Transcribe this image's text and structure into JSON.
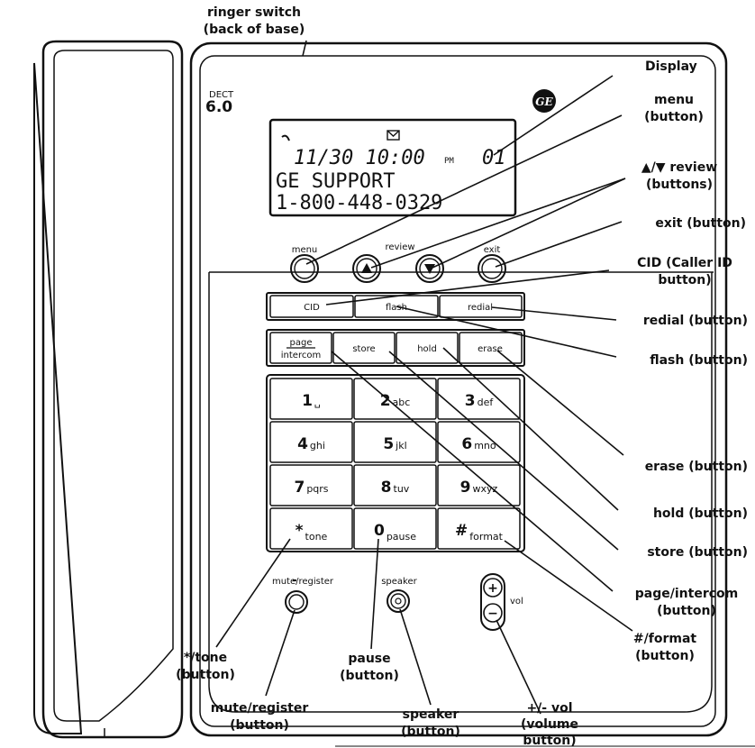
{
  "device": {
    "dect_small": "DECT",
    "dect_big": "6.0",
    "logo_text": "GE"
  },
  "display": {
    "line1": "11/30 10:00",
    "line1_pm": "PM",
    "line1_count": "01",
    "line2": "GE SUPPORT",
    "line3": "1-800-448-0329"
  },
  "buttons": {
    "menu": "menu",
    "review": "review",
    "exit": "exit",
    "cid": "CID",
    "flash": "flash",
    "redial": "redial",
    "page_top": "page",
    "intercom": "intercom",
    "store": "store",
    "hold": "hold",
    "erase": "erase",
    "mute_register": "mute/register",
    "speaker": "speaker",
    "vol": "vol",
    "vol_plus": "+",
    "vol_minus": "−"
  },
  "keypad": [
    {
      "num": "1",
      "sub": "␣"
    },
    {
      "num": "2",
      "sub": "abc"
    },
    {
      "num": "3",
      "sub": "def"
    },
    {
      "num": "4",
      "sub": "ghi"
    },
    {
      "num": "5",
      "sub": "jkl"
    },
    {
      "num": "6",
      "sub": "mno"
    },
    {
      "num": "7",
      "sub": "pqrs"
    },
    {
      "num": "8",
      "sub": "tuv"
    },
    {
      "num": "9",
      "sub": "wxyz"
    },
    {
      "num": "*",
      "sub": "tone"
    },
    {
      "num": "0",
      "sub": "pause"
    },
    {
      "num": "#",
      "sub": "format"
    }
  ],
  "callouts": {
    "ringer_1": "ringer switch",
    "ringer_2": "(back of base)",
    "display": "Display",
    "menu_1": "menu",
    "menu_2": "(button)",
    "review_1": "▲/▼ review",
    "review_2": "(buttons)",
    "exit": "exit (button)",
    "cid_1": "CID (Caller ID",
    "cid_2": "button)",
    "redial": "redial (button)",
    "flash": "flash (button)",
    "erase": "erase (button)",
    "hold": "hold (button)",
    "store": "store (button)",
    "page_1": "page/intercom",
    "page_2": "(button)",
    "format_1": "#/format",
    "format_2": "(button)",
    "tone_1": "*/tone",
    "tone_2": "(button)",
    "pause_1": "pause",
    "pause_2": "(button)",
    "mute_1": "mute/register",
    "mute_2": "(button)",
    "speaker_1": "speaker",
    "speaker_2": "(button)",
    "vol_1": "+/- vol",
    "vol_2": "(volume",
    "vol_3": "button)"
  }
}
